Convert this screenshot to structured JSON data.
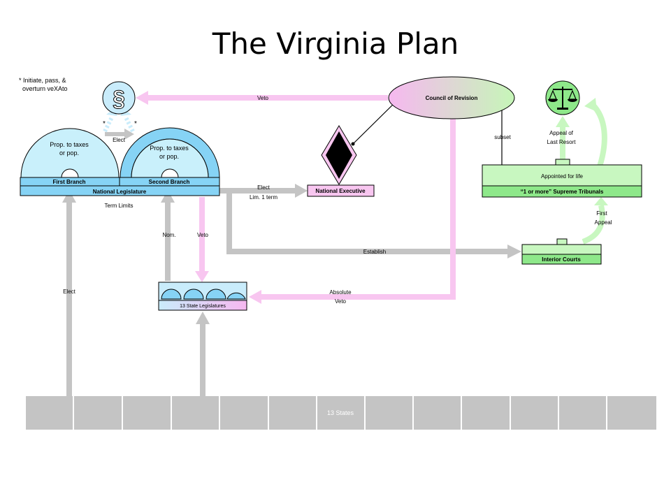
{
  "title": "The Virginia Plan",
  "note": [
    "* Initiate, pass, &",
    "overturn veXAto"
  ],
  "section_symbol": "§",
  "star": "*",
  "legislature": {
    "first_branch_text": [
      "Prop. to taxes",
      "or pop."
    ],
    "second_branch_text": [
      "Prop. to taxes",
      "or pop."
    ],
    "first_branch_label": "First Branch",
    "second_branch_label": "Second Branch",
    "national_label": "National Legislature",
    "term_limits": "Term Limits"
  },
  "executive": {
    "label": "National Executive"
  },
  "council": {
    "label": "Council of Revision"
  },
  "supreme": {
    "appointed": "Appointed for life",
    "label": "“1 or more” Supreme Tribunals"
  },
  "inferior": {
    "label": "Interior Courts"
  },
  "state_leg": {
    "label": "13 State Legislatures"
  },
  "states": {
    "label": "13 States"
  },
  "edges": {
    "veto_top": "Veto",
    "elect_small": "Elect",
    "elect_exec": [
      "Elect",
      "Lim. 1 term"
    ],
    "establish": "Establish",
    "nom": "Nom.",
    "veto_states": "Veto",
    "absolute_veto": [
      "Absolute",
      "Veto"
    ],
    "elect_left": "Elect",
    "subset": "subset",
    "appeal_last": [
      "Appeal of",
      "Last Resort"
    ],
    "first_appeal": [
      "First",
      "Appeal"
    ]
  },
  "colors": {
    "leg_blue": "#c9f0fb",
    "pink": "#f8c6f0",
    "green": "#c8f7c0",
    "gray": "#c8c8c8"
  }
}
